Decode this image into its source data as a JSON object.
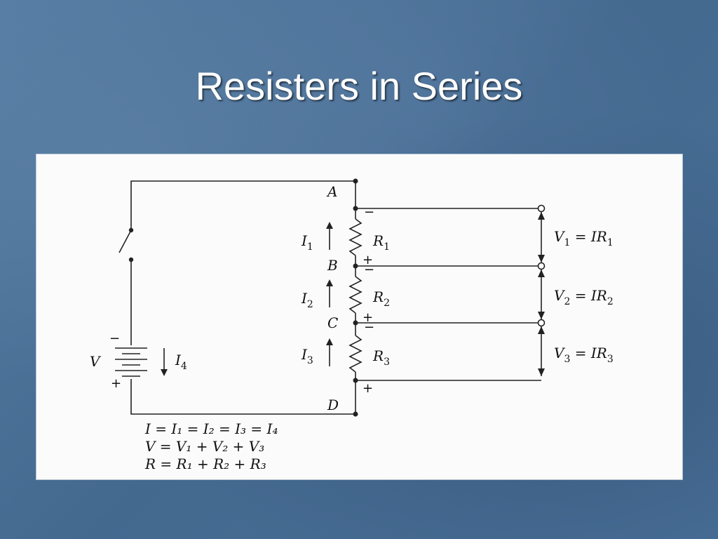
{
  "slide": {
    "title": "Resisters in Series"
  },
  "circuit": {
    "nodes": {
      "a": "A",
      "b": "B",
      "c": "C",
      "d": "D"
    },
    "source": {
      "v": "V",
      "plus": "+",
      "minus": "−"
    },
    "current_source": {
      "base": "I",
      "sub": "4"
    },
    "resistors": [
      {
        "base": "R",
        "sub": "1"
      },
      {
        "base": "R",
        "sub": "2"
      },
      {
        "base": "R",
        "sub": "3"
      }
    ],
    "currents": [
      {
        "base": "I",
        "sub": "1"
      },
      {
        "base": "I",
        "sub": "2"
      },
      {
        "base": "I",
        "sub": "3"
      }
    ],
    "polarity": {
      "minus": "−",
      "plus": "+"
    },
    "voltages": [
      {
        "v": "V",
        "sub": "1",
        "rhs": " = IR",
        "rsub": "1"
      },
      {
        "v": "V",
        "sub": "2",
        "rhs": " = IR",
        "rsub": "2"
      },
      {
        "v": "V",
        "sub": "3",
        "rhs": " = IR",
        "rsub": "3"
      }
    ]
  },
  "equations": [
    "I = I₁ = I₂ = I₃ = I₄",
    "V = V₁ + V₂ + V₃",
    "R = R₁ + R₂ + R₃"
  ]
}
